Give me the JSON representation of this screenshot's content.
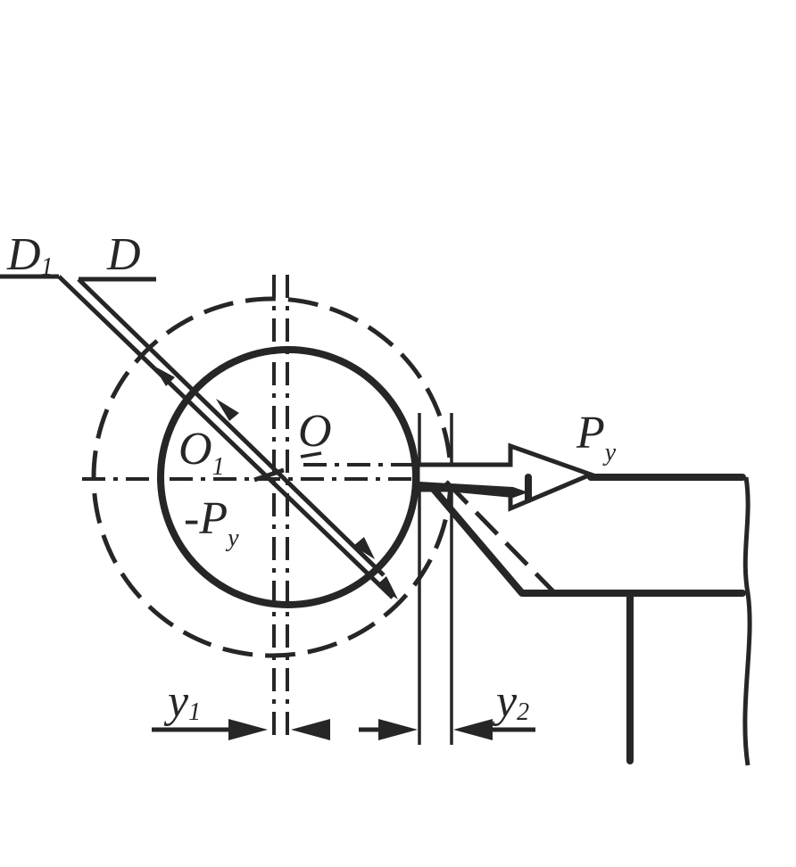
{
  "labels": {
    "D1_main": "D",
    "D1_sub": "1",
    "D": "D",
    "O": "O",
    "O1_main": "O",
    "O1_sub": "1",
    "Py_main": "P",
    "Py_sub": "y",
    "negPy_main": "-P",
    "negPy_sub": "y",
    "y1_main": "y",
    "y1_sub": "1",
    "y2_main": "y",
    "y2_sub": "2"
  }
}
